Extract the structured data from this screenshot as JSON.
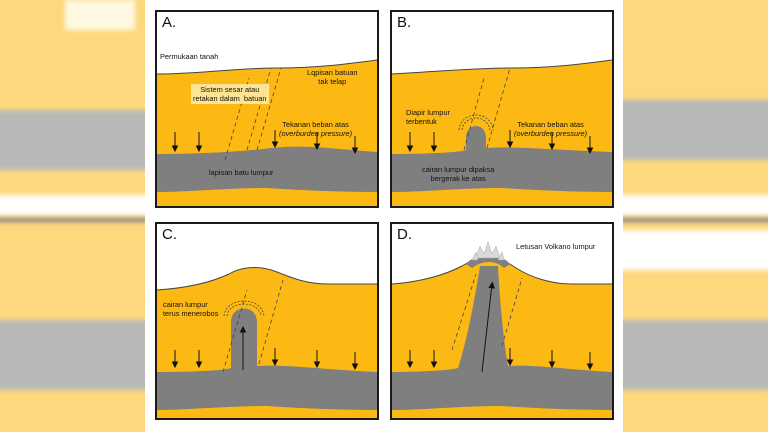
{
  "panels": {
    "a": {
      "label": "A.",
      "surface": "Permukaan tanah",
      "faults": "Sistem sesar atau\nretakan dalam  batuan",
      "rock": "Lqpisan batuan\ntak telap",
      "pressure_1": "Tekanan beban atas",
      "pressure_2": "(overburden pressure)",
      "mudstone": "lapisan batu lumpur"
    },
    "b": {
      "label": "B.",
      "diapir": "Diapir lumpur\nterbentuk",
      "pressure_1": "Tekanan beban atas",
      "pressure_2": "(overburden pressure)",
      "fluid": "cairan lumpur dipaksa\nbergerak ke atas"
    },
    "c": {
      "label": "C.",
      "fluid": "cairan lumpur\nterus menerobos"
    },
    "d": {
      "label": "D.",
      "eruption": "Letusan Volkano lumpur"
    }
  },
  "colors": {
    "rock": "#fdb913",
    "mud": "#7f7f7f",
    "border": "#1a1a1a"
  }
}
